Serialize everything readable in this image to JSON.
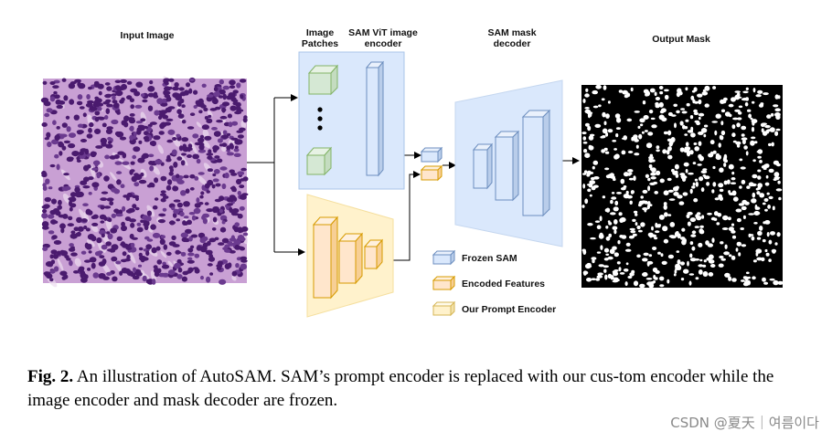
{
  "labels": {
    "input_image": "Input Image",
    "image_patches_line1": "Image",
    "image_patches_line2": "Patches",
    "encoder_line1": "SAM ViT image",
    "encoder_line2": "encoder",
    "decoder_line1": "SAM mask",
    "decoder_line2": "decoder",
    "output_mask": "Output Mask"
  },
  "legend": {
    "frozen": "Frozen SAM",
    "encoded": "Encoded Features",
    "prompt": "Our Prompt Encoder"
  },
  "caption": {
    "prefix": "Fig. 2.",
    "text": "An illustration of AutoSAM. SAM’s prompt encoder is replaced with our cus-tom encoder while the image encoder and mask decoder are frozen."
  },
  "watermark": "CSDN @夏天｜여름이다",
  "colors": {
    "frozen_fill": "#dae8fc",
    "frozen_stroke": "#6c8ebf",
    "encoder_fill": "#ffe6cc",
    "encoder_stroke": "#d79b00",
    "prompt_fill": "#fff2cc",
    "prompt_stroke": "#d6b656",
    "patch_fill": "#d5e8d4",
    "patch_stroke": "#82b366",
    "tissue_base": "#c9a0d4",
    "nucleus": "#4a1a6e"
  }
}
